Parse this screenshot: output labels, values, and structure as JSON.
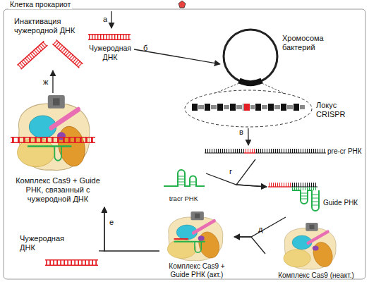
{
  "diagram": {
    "nodes": [
      {
        "text": [
          "Клетка прокариот"
        ]
      },
      {
        "text": [
          "Инактивация чужеродной ДНК"
        ],
        "in": 0
      },
      {
        "text": [
          "Чужеродная ДНК"
        ],
        "in": 0
      },
      {
        "text": [
          "Хромосома бактерий"
        ],
        "in": 0
      },
      {
        "text": [
          "Локус CRISPR"
        ],
        "in": 0
      },
      {
        "text": [
          "Комплекс Cas9 + Guide РНК, связанный с чужеродной ДНК"
        ],
        "in": 0
      },
      {
        "text": [
          "pre-cr РНК"
        ],
        "in": 0
      },
      {
        "text": [
          "tracr РНК"
        ],
        "in": 0
      },
      {
        "text": [
          "Guide РНК"
        ],
        "in": 0
      },
      {
        "text": [
          "Чужеродная ДНК"
        ],
        "in": 0
      },
      {
        "text": [
          "Комплекс Cas9 + Guide РНК (акт.)"
        ],
        "in": 0
      },
      {
        "text": [
          "Комплекс Cas9 (неакт.)"
        ],
        "in": 0
      }
    ],
    "edges": [
      {
        "from": 2,
        "to": 3,
        "label": "б",
        "arrow": "to"
      },
      {
        "from": 4,
        "to": 6,
        "label": "в",
        "arrow": "to"
      },
      {
        "from": 6,
        "to": 8,
        "label": "г",
        "arrow": "to"
      },
      {
        "from": 7,
        "to": 8,
        "arrow": "to"
      },
      {
        "from": 8,
        "to": 10,
        "label": "д",
        "arrow": "to"
      },
      {
        "from": 11,
        "to": 10,
        "arrow": "to"
      },
      {
        "from": 10,
        "to": 5,
        "label": "е",
        "arrow": "to"
      },
      {
        "from": 9,
        "to": 5,
        "arrow": "to"
      },
      {
        "from": 5,
        "to": 1,
        "label": "ж",
        "arrow": "to"
      }
    ],
    "labels": [
      "а"
    ]
  }
}
